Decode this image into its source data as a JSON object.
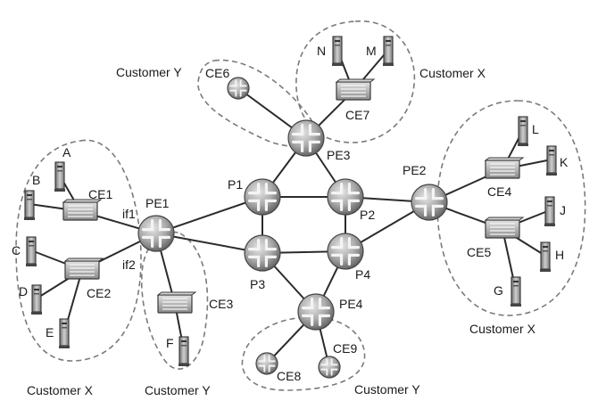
{
  "nodes": {
    "pe1": {
      "label": "PE1"
    },
    "pe2": {
      "label": "PE2"
    },
    "pe3": {
      "label": "PE3"
    },
    "pe4": {
      "label": "PE4"
    },
    "p1": {
      "label": "P1"
    },
    "p2": {
      "label": "P2"
    },
    "p3": {
      "label": "P3"
    },
    "p4": {
      "label": "P4"
    },
    "ce1": {
      "label": "CE1"
    },
    "ce2": {
      "label": "CE2"
    },
    "ce3": {
      "label": "CE3"
    },
    "ce4": {
      "label": "CE4"
    },
    "ce5": {
      "label": "CE5"
    },
    "ce6": {
      "label": "CE6"
    },
    "ce7": {
      "label": "CE7"
    },
    "ce8": {
      "label": "CE8"
    },
    "ce9": {
      "label": "CE9"
    },
    "a": {
      "label": "A"
    },
    "b": {
      "label": "B"
    },
    "c": {
      "label": "C"
    },
    "d": {
      "label": "D"
    },
    "e": {
      "label": "E"
    },
    "f": {
      "label": "F"
    },
    "g": {
      "label": "G"
    },
    "h": {
      "label": "H"
    },
    "j": {
      "label": "J"
    },
    "k": {
      "label": "K"
    },
    "l": {
      "label": "L"
    },
    "m": {
      "label": "M"
    },
    "n": {
      "label": "N"
    }
  },
  "interfaces": {
    "if1": "if1",
    "if2": "if2"
  },
  "groups": {
    "customer_x_left": "Customer X",
    "customer_y_pe1": "Customer Y",
    "customer_y_top": "Customer Y",
    "customer_x_top": "Customer X",
    "customer_x_right": "Customer X",
    "customer_y_bottom": "Customer Y"
  },
  "links": [
    [
      "pe1",
      "p1"
    ],
    [
      "pe1",
      "p3"
    ],
    [
      "p1",
      "p2"
    ],
    [
      "p1",
      "p3"
    ],
    [
      "p2",
      "p4"
    ],
    [
      "p3",
      "p4"
    ],
    [
      "p1",
      "pe3"
    ],
    [
      "p2",
      "pe3"
    ],
    [
      "p2",
      "pe2"
    ],
    [
      "p4",
      "pe2"
    ],
    [
      "p3",
      "pe4"
    ],
    [
      "p4",
      "pe4"
    ],
    [
      "pe3",
      "ce6"
    ],
    [
      "pe3",
      "ce7"
    ],
    [
      "ce7",
      "n"
    ],
    [
      "ce7",
      "m"
    ],
    [
      "pe1",
      "ce1"
    ],
    [
      "pe1",
      "ce2"
    ],
    [
      "pe1",
      "ce3"
    ],
    [
      "ce1",
      "a"
    ],
    [
      "ce1",
      "b"
    ],
    [
      "ce2",
      "c"
    ],
    [
      "ce2",
      "d"
    ],
    [
      "ce2",
      "e"
    ],
    [
      "ce3",
      "f"
    ],
    [
      "pe2",
      "ce4"
    ],
    [
      "pe2",
      "ce5"
    ],
    [
      "ce4",
      "l"
    ],
    [
      "ce4",
      "k"
    ],
    [
      "ce5",
      "j"
    ],
    [
      "ce5",
      "h"
    ],
    [
      "ce5",
      "g"
    ],
    [
      "pe4",
      "ce8"
    ],
    [
      "pe4",
      "ce9"
    ]
  ]
}
